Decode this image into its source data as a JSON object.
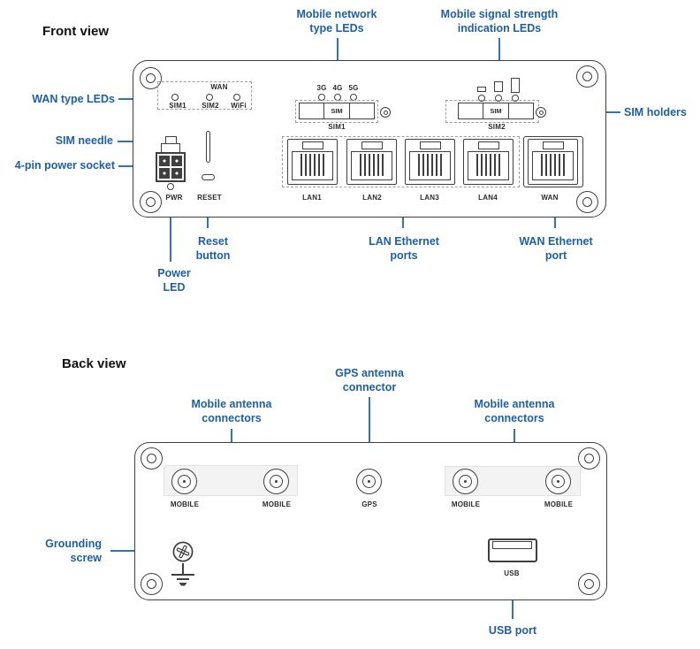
{
  "colors": {
    "label_blue": "#1d5fa9",
    "line_blue": "#2f76b8"
  },
  "front": {
    "title": "Front view",
    "callouts": {
      "mobile_network": [
        "Mobile network",
        "type LEDs"
      ],
      "signal": [
        "Mobile signal strength",
        "indication LEDs"
      ],
      "wan_type": "WAN type LEDs",
      "sim_needle": "SIM needle",
      "power_socket": "4-pin power socket",
      "sim_holders": "SIM holders",
      "power_led": [
        "Power",
        "LED"
      ],
      "reset": [
        "Reset",
        "button"
      ],
      "lan": [
        "LAN Ethernet",
        "ports"
      ],
      "wan": [
        "WAN Ethernet",
        "port"
      ]
    },
    "wan_led_box": {
      "title": "WAN",
      "leds": [
        "SIM1",
        "SIM2",
        "WiFi"
      ]
    },
    "network_leds": [
      "3G",
      "4G",
      "5G"
    ],
    "sim_trays": {
      "sim_text": "SIM",
      "sim1": "SIM1",
      "sim2": "SIM2"
    },
    "pwr_label": "PWR",
    "reset_label": "RESET",
    "ports": [
      "LAN1",
      "LAN2",
      "LAN3",
      "LAN4",
      "WAN"
    ]
  },
  "back": {
    "title": "Back view",
    "callouts": {
      "mobile_left": [
        "Mobile antenna",
        "connectors"
      ],
      "gps": [
        "GPS antenna",
        "connector"
      ],
      "mobile_right": [
        "Mobile antenna",
        "connectors"
      ],
      "grounding": [
        "Grounding",
        "screw"
      ],
      "usb": "USB port"
    },
    "connector_labels": [
      "MOBILE",
      "MOBILE",
      "GPS",
      "MOBILE",
      "MOBILE"
    ],
    "usb_label": "USB"
  }
}
